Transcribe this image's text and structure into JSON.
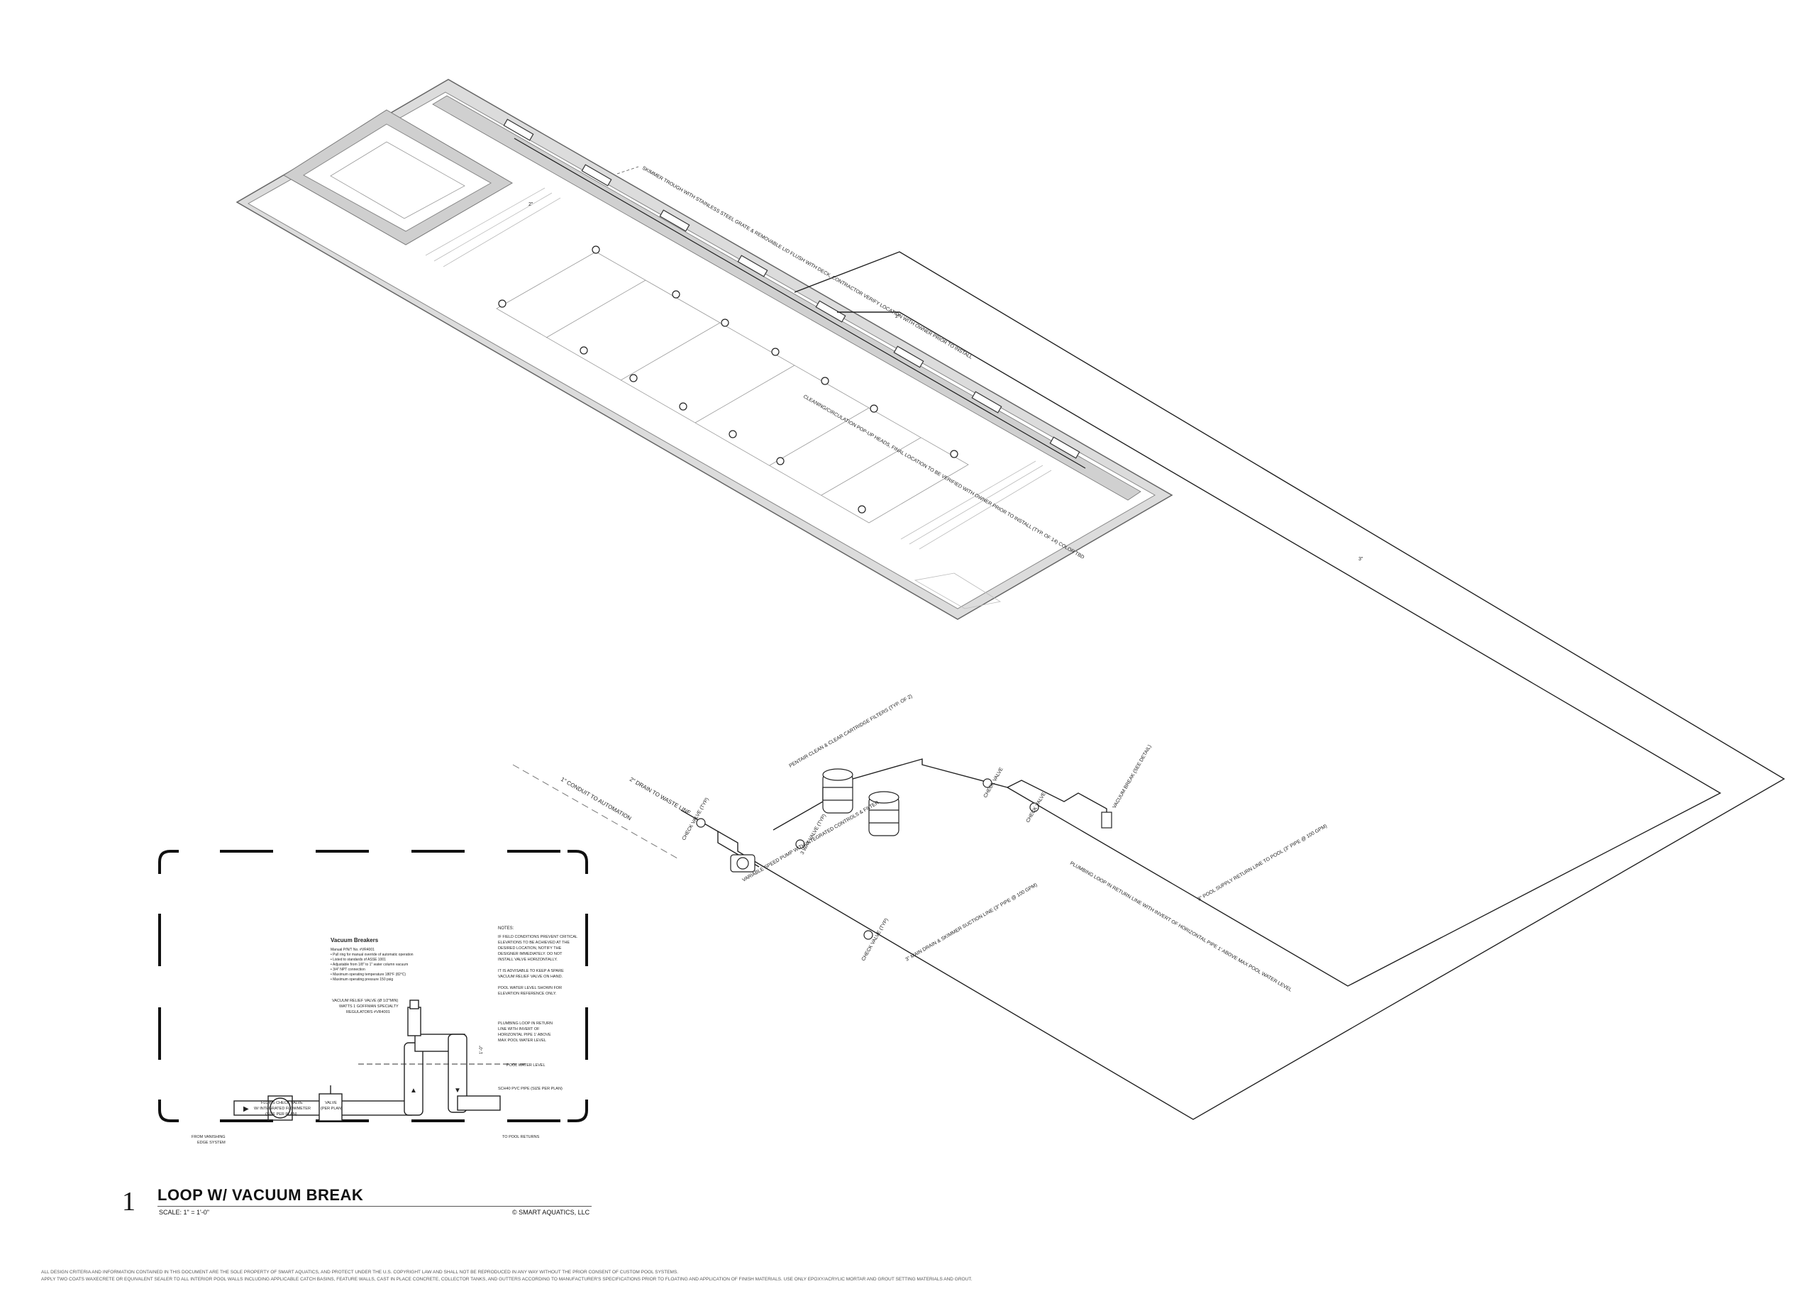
{
  "plan": {
    "skimmer_note": "SKIMMER TROUGH WITH STAINLESS STEEL GRATE & REMOVABLE LID FLUSH WITH DECK, CONTRACTOR VERIFY LOCATION WITH OWNER PRIOR TO INSTALL",
    "skimmer_count": 8,
    "return_note": "CLEANING/CIRCULATION POP-UP HEADS, FINAL LOCATION TO BE VERIFIED WITH OWNER PRIOR TO INSTALL (TYP. OF 14) COLOR TBD",
    "return_count": 14,
    "pipe_size_small": "2\"",
    "pipe_size_large": "3\""
  },
  "equipment": {
    "conduit": "1\" CONDUIT TO AUTOMATION",
    "drain": "2\" DRAIN TO WASTE LINE",
    "check_valve_1": "CHECK VALVE (TYP)",
    "pump_filter": "VARIABLE SPEED PUMP WITH INTEGRATED CONTROLS & FILTER",
    "three_way_valve": "3 WAY VALVE (TYP)",
    "filters": "PENTAIR CLEAN & CLEAR CARTRIDGE FILTERS (TYP. OF 2)",
    "check_valve_2": "CHECK VALVE",
    "check_valve_3": "CHECK VALVE",
    "vacuum": "VACUUM BREAK (SEE DETAIL)",
    "loop_note": "PLUMBING LOOP IN RETURN LINE WITH INVERT OF HORIZONTAL PIPE 1' ABOVE MAX POOL WATER LEVEL",
    "return_line": "3\" POOL SUPPLY RETURN LINE TO POOL (3\" PIPE @ 100 GPM)",
    "suction_line": "3\" MAIN DRAIN & SKIMMER SUCTION LINE (3\" PIPE @ 100 GPM)",
    "check_valve_4": "CHECK VALVE (TYP)"
  },
  "detail": {
    "number": "1",
    "title": "LOOP W/ VACUUM BREAK",
    "scale": "SCALE: 1\" = 1'-0\"",
    "copyright": "© SMART AQUATICS, LLC",
    "breaker_heading": "Vacuum Breakers",
    "breaker_lines": [
      "Manual P/N/T No. #VR4001",
      "• Pull ring for manual override of automatic operation",
      "• Listed to standards of ASSE 1001",
      "• Adjustable from 1/8\" to 1\" water column vacuum",
      "• 3/4\" NPT connection",
      "• Maximum operating temperature 180°F (82°C)",
      "• Maximum operating pressure 150 psig"
    ],
    "notes_heading": "NOTES:",
    "notes": [
      "IF FIELD CONDITIONS PREVENT CRITICAL",
      "ELEVATIONS TO BE ACHIEVED AT THE",
      "DESIRED LOCATION, NOTIFY THE",
      "DESIGNER IMMEDIATELY. DO NOT",
      "INSTALL VALVE HORIZONTALLY.",
      "",
      "IT IS ADVISABLE TO KEEP A SPARE",
      "VACUUM RELIEF VALVE ON HAND.",
      "",
      "POOL WATER LEVEL SHOWN FOR",
      "ELEVATION REFERENCE ONLY."
    ],
    "vacuum_valve_label": [
      "VACUUM RELIEF VALVE (Ø 1/2\"MIN)",
      "WATTS 1 GOFFMAN SPECIALTY",
      "REGULATORS #VR4001"
    ],
    "loop_label": [
      "PLUMBING LOOP IN RETURN",
      "LINE WITH INVERT OF",
      "HORIZONTAL PIPE 1' ABOVE",
      "MAX POOL WATER LEVEL"
    ],
    "height_label": "1'-0\"",
    "water_level_label": "POOL WATER LEVEL",
    "pipe_label": "SCH40 PVC PIPE (SIZE PER PLAN)",
    "valve_label": [
      "VALVE",
      "(PER PLAN)"
    ],
    "check_valve_label": [
      "FLOWS CHECK VALVE",
      "W/ INTEGRATED FLOWMETER",
      "(SIZE PER PLAN)"
    ],
    "from_label": [
      "FROM VANISHING",
      "EDGE SYSTEM"
    ],
    "to_label": "TO POOL RETURNS"
  },
  "footer": [
    "ALL DESIGN CRITERIA AND INFORMATION CONTAINED IN THIS DOCUMENT ARE THE SOLE PROPERTY OF SMART AQUATICS, AND PROTECT UNDER THE U.S. COPYRIGHT LAW AND SHALL NOT BE REPRODUCED IN ANY WAY WITHOUT THE PRIOR CONSENT OF CUSTOM POOL SYSTEMS.",
    "APPLY TWO COATS WAXECRETE OR EQUIVALENT SEALER TO ALL INTERIOR POOL WALLS INCLUDING APPLICABLE CATCH BASINS, FEATURE WALLS, CAST IN PLACE CONCRETE, COLLECTOR TANKS, AND GUTTERS ACCORDING TO MANUFACTURER'S SPECIFICATIONS PRIOR TO FLOATING AND APPLICATION OF FINISH MATERIALS. USE ONLY EPOXY/ACRYLIC MORTAR AND GROUT SETTING MATERIALS AND GROUT."
  ]
}
